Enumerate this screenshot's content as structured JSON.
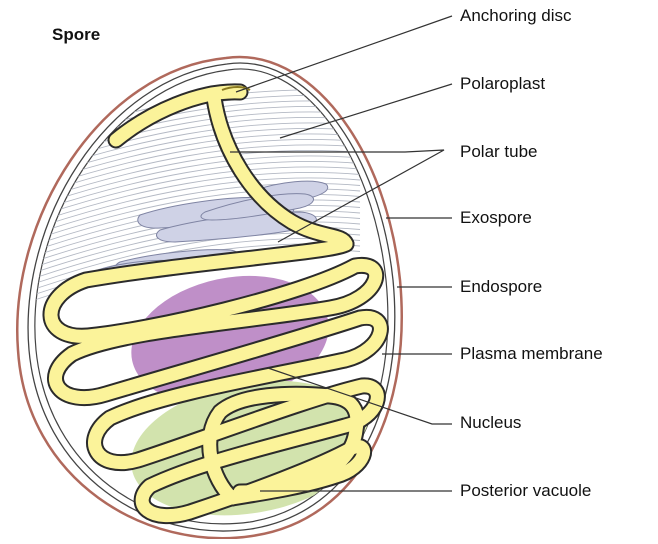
{
  "title": "Spore",
  "labels": {
    "anchoring_disc": "Anchoring disc",
    "polaroplast": "Polaroplast",
    "polar_tube": "Polar tube",
    "exospore": "Exospore",
    "endospore": "Endospore",
    "plasma_membrane": "Plasma membrane",
    "nucleus": "Nucleus",
    "posterior_vacuole": "Posterior vacuole"
  },
  "colors": {
    "exospore": "#b0695c",
    "membrane": "#444444",
    "polar_tube_fill": "#fbf39a",
    "polar_tube_edge": "#2b2b2b",
    "nucleus": "#bf8fc8",
    "vacuole": "#d2e3ad",
    "polaroplast_lines": "#b4b9c4",
    "stack_fill": "#cfd2e6",
    "leader_line": "#333333"
  }
}
